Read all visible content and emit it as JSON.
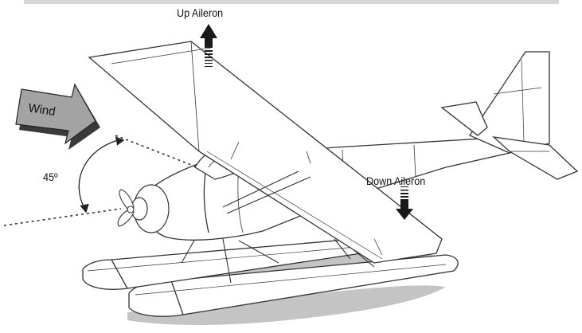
{
  "labels": {
    "up_aileron": "Up Aileron",
    "down_aileron": "Down Aileron",
    "wind": "Wind",
    "angle": "45º"
  },
  "colors": {
    "line": "#333333",
    "wind_arrow_fill": "#9e9e9e",
    "wind_arrow_shadow": "#3a3a3a",
    "water_shadow": "#bdbdbd",
    "aileron_arrow": "#1a1a1a"
  },
  "icons": {
    "up_arrow": "arrow-up-icon",
    "down_arrow": "arrow-down-icon",
    "wind_arrow": "arrow-right-icon"
  }
}
